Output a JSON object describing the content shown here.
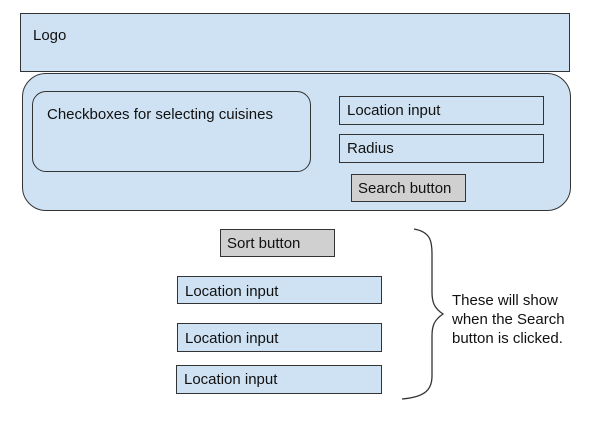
{
  "header": {
    "logo_label": "Logo"
  },
  "search_panel": {
    "cuisines_label": "Checkboxes for selecting cuisines",
    "location_label": "Location input",
    "radius_label": "Radius",
    "search_button_label": "Search button"
  },
  "results": {
    "sort_button_label": "Sort button",
    "items": [
      {
        "label": "Location input"
      },
      {
        "label": "Location input"
      },
      {
        "label": "Location input"
      }
    ]
  },
  "annotation": {
    "lines": [
      "These will show",
      "when the Search",
      "button is clicked."
    ]
  },
  "colors": {
    "box_fill": "#cfe2f3",
    "button_fill": "#d0d0d0",
    "border": "#333333"
  }
}
